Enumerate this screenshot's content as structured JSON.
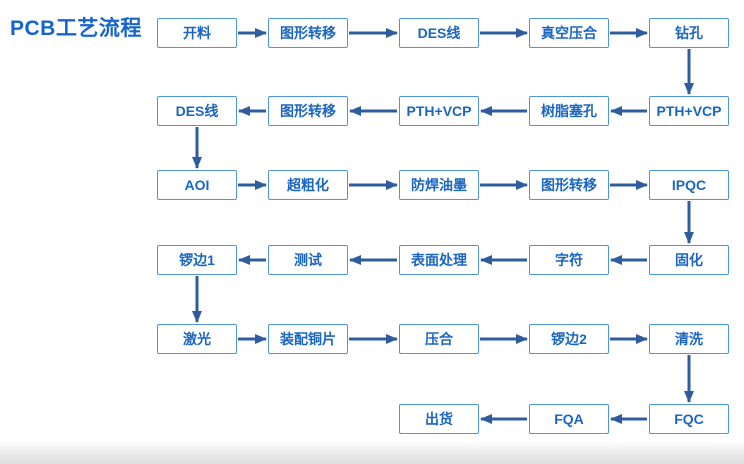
{
  "title": "PCB工艺流程",
  "rows": [
    [
      "开料",
      "图形转移",
      "DES线",
      "真空压合",
      "钻孔"
    ],
    [
      "DES线",
      "图形转移",
      "PTH+VCP",
      "树脂塞孔",
      "PTH+VCP"
    ],
    [
      "AOI",
      "超粗化",
      "防焊油墨",
      "图形转移",
      "IPQC"
    ],
    [
      "锣边1",
      "测试",
      "表面处理",
      "字符",
      "固化"
    ],
    [
      "激光",
      "装配铜片",
      "压合",
      "锣边2",
      "清洗"
    ],
    [
      "出货",
      "FQA",
      "FQC"
    ]
  ],
  "flow_sequence": [
    "开料",
    "图形转移",
    "DES线",
    "真空压合",
    "钻孔",
    "PTH+VCP",
    "树脂塞孔",
    "PTH+VCP",
    "图形转移",
    "DES线",
    "AOI",
    "超粗化",
    "防焊油墨",
    "图形转移",
    "IPQC",
    "固化",
    "字符",
    "表面处理",
    "测试",
    "锣边1",
    "激光",
    "装配铜片",
    "压合",
    "锣边2",
    "清洗",
    "FQC",
    "FQA",
    "出货"
  ],
  "flow_direction_by_row": [
    "right",
    "left",
    "right",
    "left",
    "right",
    "left"
  ],
  "colors": {
    "background": "#ffffff",
    "title": "#1464cc",
    "box_border": "#4e94d8",
    "box_text": "#1a66c2",
    "arrow": "#2f5c9e"
  }
}
